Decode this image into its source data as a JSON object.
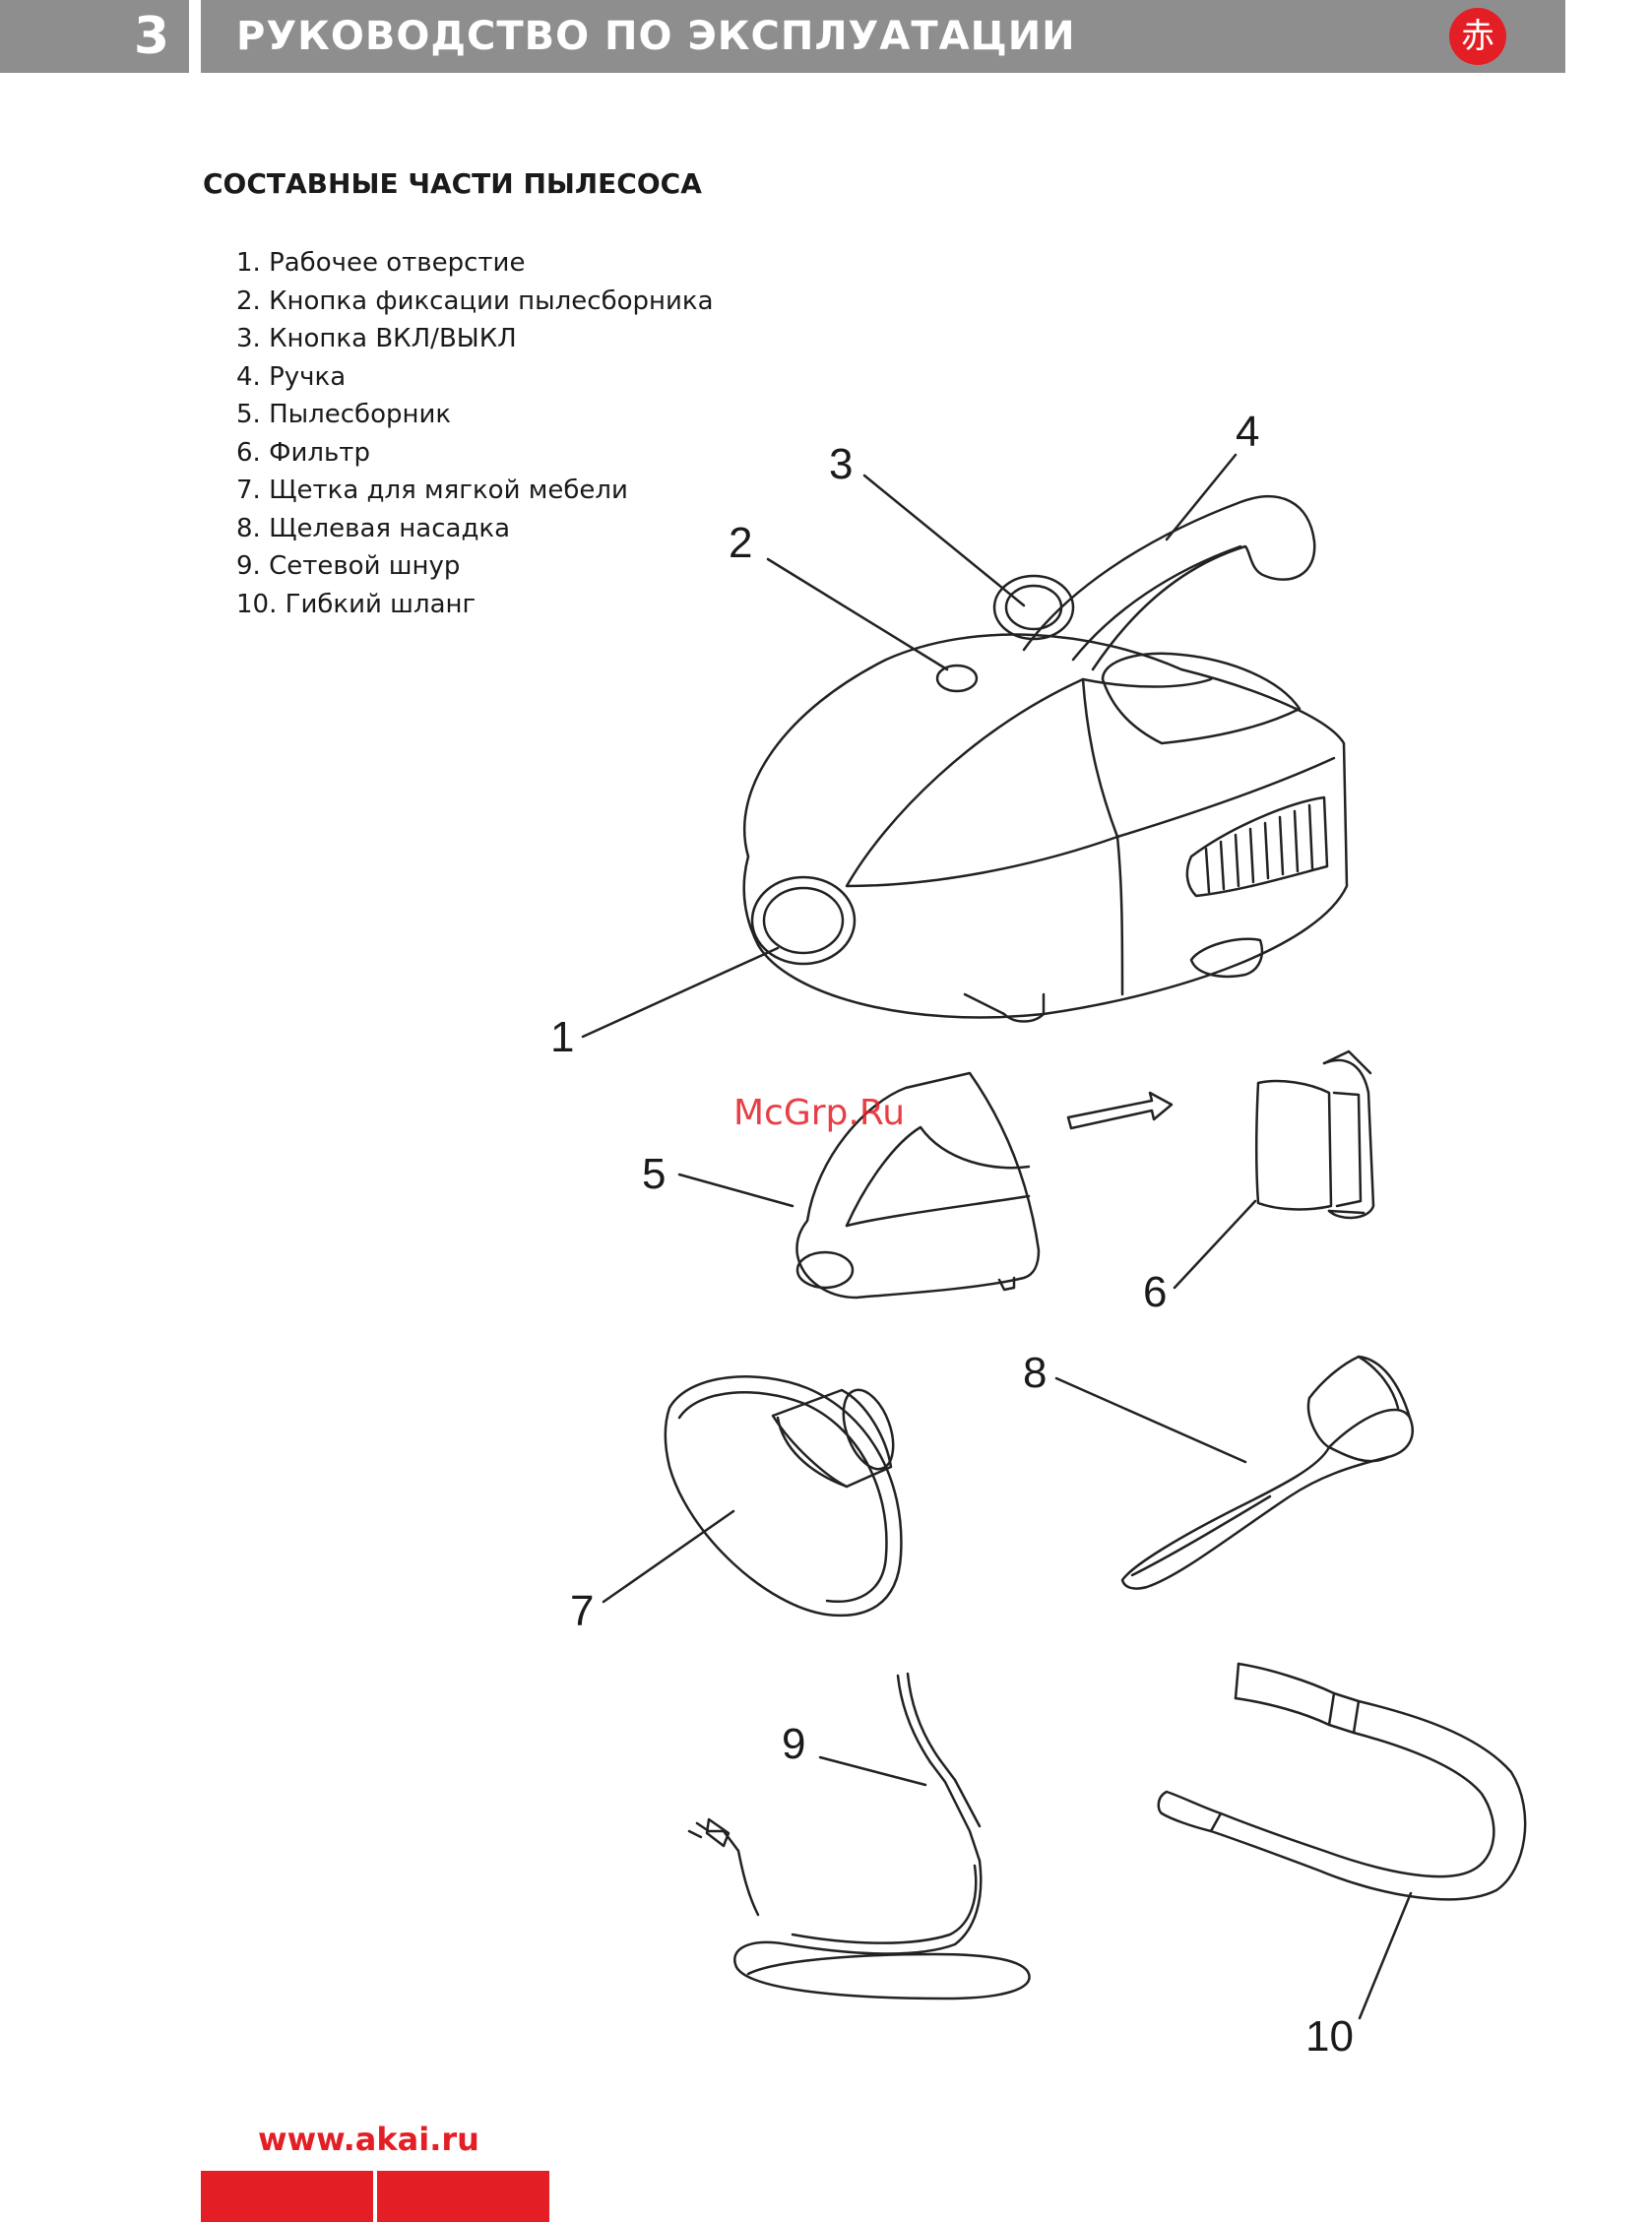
{
  "header": {
    "page_number": "3",
    "title": "РУКОВОДСТВО ПО ЭКСПЛУАТАЦИИ",
    "logo_glyph": "赤",
    "accent_color": "#e31e24",
    "bar_color": "#8e8e8e"
  },
  "section": {
    "title": "СОСТАВНЫЕ ЧАСТИ ПЫЛЕСОСА"
  },
  "parts": [
    "1. Рабочее отверстие",
    "2. Кнопка фиксации пылесборника",
    "3. Кнопка ВКЛ/ВЫКЛ",
    "4. Ручка",
    "5. Пылесборник",
    "6. Фильтр",
    "7. Щетка для мягкой мебели",
    "8. Щелевая насадка",
    "9. Сетевой шнур",
    "10. Гибкий шланг"
  ],
  "callouts": {
    "c1": "1",
    "c2": "2",
    "c3": "3",
    "c4": "4",
    "c5": "5",
    "c6": "6",
    "c7": "7",
    "c8": "8",
    "c9": "9",
    "c10": "10"
  },
  "watermark": "McGrp.Ru",
  "footer": {
    "url": "www.akai.ru"
  }
}
